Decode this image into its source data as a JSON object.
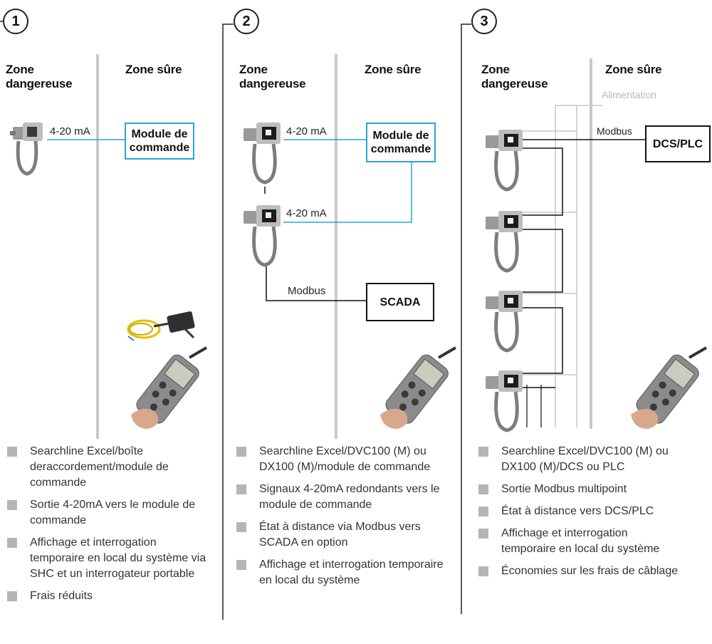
{
  "panels": [
    {
      "number": "1",
      "hazard_label": "Zone\ndangereuse",
      "safe_label": "Zone sûre",
      "signal_label": "4-20 mA",
      "box_label": "Module de\ncommande",
      "bullets": [
        "Searchline Excel/boîte deraccordement/module de commande",
        "Sortie 4-20mA vers le module de commande",
        "Affichage et interrogation temporaire en local du système via SHC et un interrogateur portable",
        "Frais réduits"
      ]
    },
    {
      "number": "2",
      "hazard_label": "Zone\ndangereuse",
      "safe_label": "Zone sûre",
      "signal_label_1": "4-20 mA",
      "signal_label_2": "4-20 mA",
      "box_label": "Module de\ncommande",
      "modbus_label": "Modbus",
      "scada_label": "SCADA",
      "bullets": [
        "Searchline Excel/DVC100 (M) ou DX100 (M)/module de commande",
        "Signaux 4-20mA redondants vers le module de commande",
        "État à distance via Modbus vers SCADA en option",
        "Affichage et interrogation temporaire en local du système"
      ]
    },
    {
      "number": "3",
      "hazard_label": "Zone\ndangereuse",
      "safe_label": "Zone sûre",
      "power_label": "Alimentation",
      "modbus_label": "Modbus",
      "box_label": "DCS/PLC",
      "bullets": [
        "Searchline Excel/DVC100 (M) ou DX100 (M)/DCS ou PLC",
        "Sortie Modbus multipoint",
        "État à distance vers DCS/PLC",
        "Affichage et interrogation temporaire en local du système",
        "Économies sur les frais de câblage"
      ]
    }
  ],
  "icons": [
    "sensor-icon",
    "junction-box-icon",
    "handheld-interrogator-icon"
  ],
  "colors": {
    "signal_line": "#27a6d9",
    "modbus_line": "#111111",
    "zone_divider": "#c9c9c9",
    "bullet": "#b5b5b5"
  }
}
